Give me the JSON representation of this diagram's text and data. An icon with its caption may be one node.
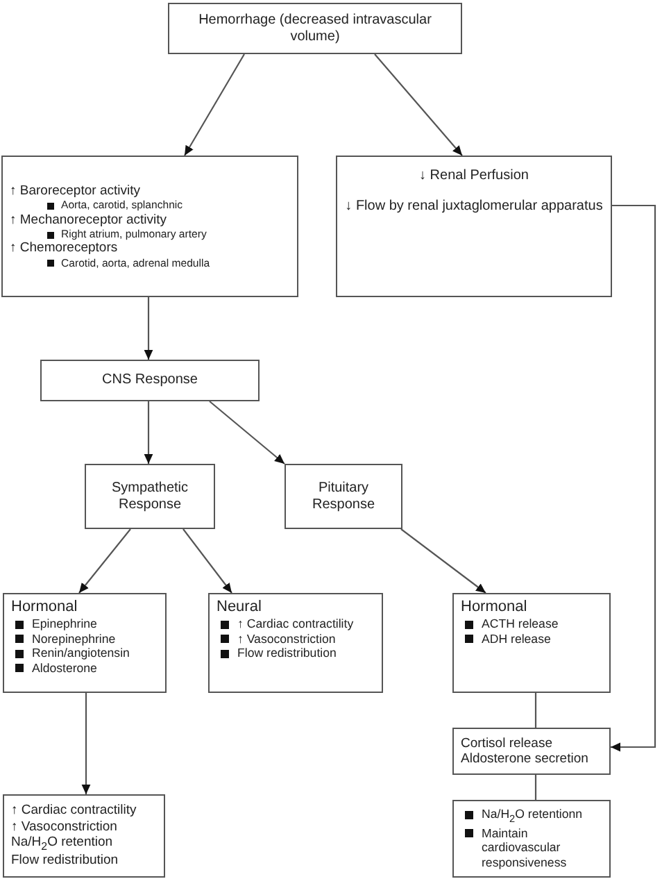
{
  "diagram": {
    "nodes": [
      {
        "text": [
          "Hemorrhage (decreased intravascular volume)"
        ]
      },
      {
        "text": [
          "↑ Baroreceptor activity",
          "Aorta, carotid, splanchnic",
          "↑ Mechanoreceptor activity",
          "Right atrium, pulmonary artery",
          "↑ Chemoreceptors",
          "Carotid, aorta, adrenal medulla"
        ]
      },
      {
        "text": [
          "↓ Renal Perfusion",
          "↓ Flow by renal juxtaglomerular apparatus"
        ]
      },
      {
        "text": [
          "CNS Response"
        ]
      },
      {
        "text": [
          "Sympathetic Response"
        ]
      },
      {
        "text": [
          "Pituitary Response"
        ]
      },
      {
        "text": [
          "Hormonal",
          "Epinephrine",
          "Norepinephrine",
          "Renin/angiotensin",
          "Aldosterone"
        ]
      },
      {
        "text": [
          "Neural",
          "↑ Cardiac contractility",
          "↑ Vasoconstriction",
          "Flow redistribution"
        ]
      },
      {
        "text": [
          "Hormonal",
          "ACTH release",
          "ADH release"
        ]
      },
      {
        "text": [
          "Cortisol release",
          "Aldosterone secretion"
        ]
      },
      {
        "text": [
          "↑ Cardiac contractility",
          "↑ Vasoconstriction",
          "Na/H$_{2}$O retention",
          "Flow redistribution"
        ]
      },
      {
        "text": [
          "Na/H$_{2}$O retentionn",
          "Maintain cardiovascular responsiveness"
        ]
      }
    ],
    "edges": [
      {
        "from": 0,
        "to": 1,
        "arrow": "to"
      },
      {
        "from": 0,
        "to": 2,
        "arrow": "to"
      },
      {
        "from": 1,
        "to": 3,
        "arrow": "to"
      },
      {
        "from": 3,
        "to": 4,
        "arrow": "to"
      },
      {
        "from": 3,
        "to": 5,
        "arrow": "to"
      },
      {
        "from": 4,
        "to": 6,
        "arrow": "to"
      },
      {
        "from": 4,
        "to": 7,
        "arrow": "to"
      },
      {
        "from": 5,
        "to": 8,
        "arrow": "to"
      },
      {
        "from": 6,
        "to": 10,
        "arrow": "to"
      },
      {
        "from": 8,
        "to": 9,
        "arrow": "none"
      },
      {
        "from": 9,
        "to": 11,
        "arrow": "none"
      },
      {
        "from": 2,
        "to": 9,
        "arrow": "to"
      }
    ]
  }
}
